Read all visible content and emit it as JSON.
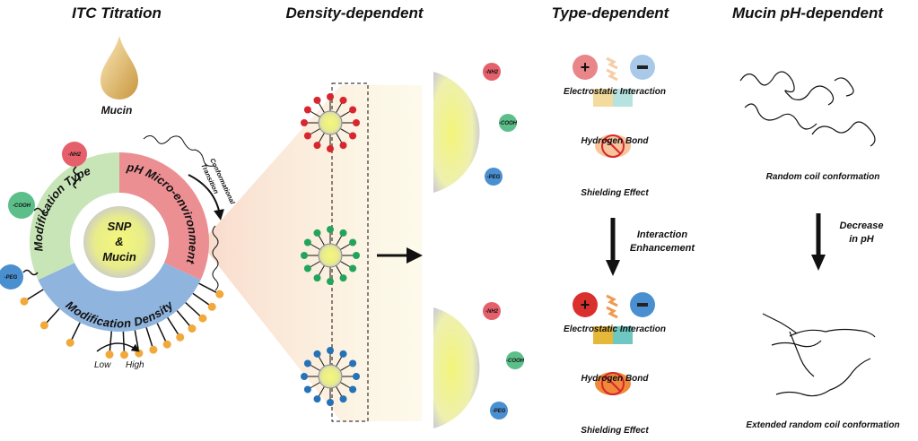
{
  "panels": {
    "itc": {
      "title": "ITC Titration",
      "drop_label": "Mucin",
      "ring": {
        "core": [
          "SNP",
          "&",
          "Mucin"
        ],
        "type": "Modification Type",
        "ph": "pH Micro-environment",
        "density": "Modification Density"
      },
      "groups": {
        "nh2": "-NH2",
        "cooh": "-COOH",
        "peg": "-PEG"
      },
      "low": "Low",
      "high": "High",
      "transition": [
        "Conformational",
        "Transition"
      ]
    },
    "density": {
      "title": "Density-dependent"
    },
    "type": {
      "title": "Type-dependent",
      "before": [
        "Electrostatic Interaction",
        "Hydrogen Bond",
        "Shielding Effect"
      ],
      "arrow_label": [
        "Interaction",
        "Enhancement"
      ],
      "after": [
        "Electrostatic Interaction",
        "Hydrogen Bond",
        "Shielding Effect"
      ]
    },
    "ph": {
      "title": "Mucin pH-dependent",
      "top_label": "Random coil conformation",
      "arrow_label": [
        "Decrease",
        "in pH"
      ],
      "bottom_label": "Extended random coil conformation"
    }
  },
  "colors": {
    "red": "#e5606a",
    "green": "#5cbf8a",
    "blue": "#4a8fcf",
    "orange": "#f2a93b",
    "yellow": "#eef27a"
  }
}
